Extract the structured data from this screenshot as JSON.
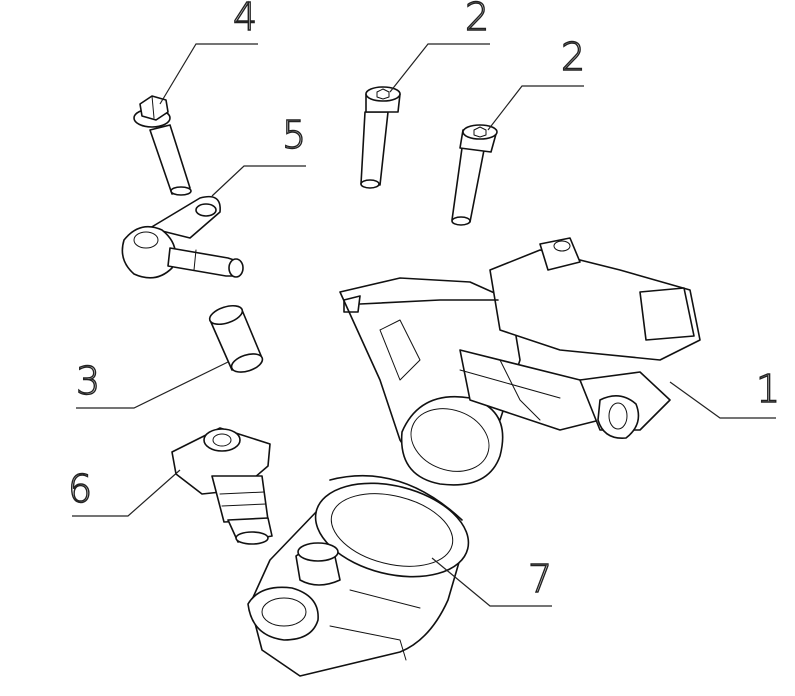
{
  "callouts": [
    {
      "id": "part-1",
      "label": "1"
    },
    {
      "id": "part-2a",
      "label": "2"
    },
    {
      "id": "part-2b",
      "label": "2"
    },
    {
      "id": "part-3",
      "label": "3"
    },
    {
      "id": "part-4",
      "label": "4"
    },
    {
      "id": "part-5",
      "label": "5"
    },
    {
      "id": "part-6",
      "label": "6"
    },
    {
      "id": "part-7",
      "label": "7"
    }
  ]
}
